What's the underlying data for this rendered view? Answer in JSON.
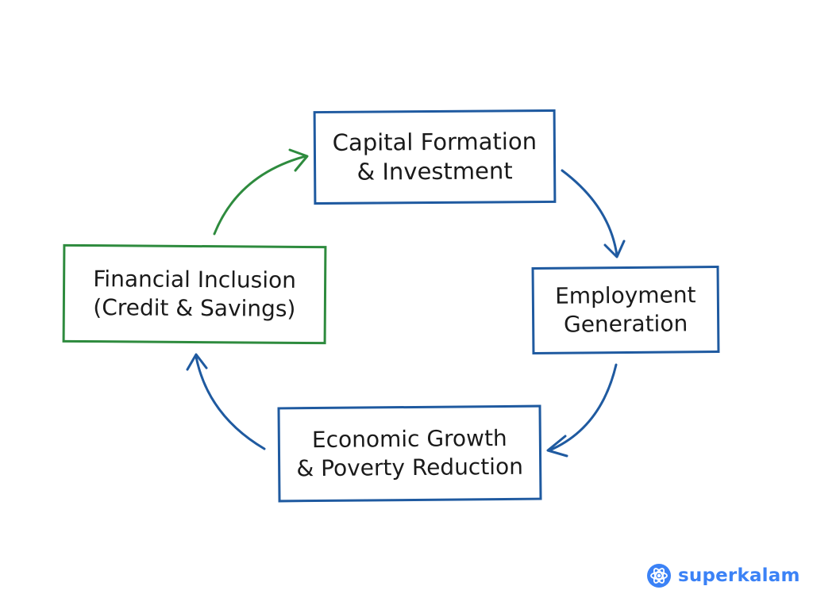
{
  "nodes": {
    "capital": {
      "line1": "Capital Formation",
      "line2": "& Investment"
    },
    "employment": {
      "line1": "Employment",
      "line2": "Generation"
    },
    "growth": {
      "line1": "Economic Growth",
      "line2": "& Poverty Reduction"
    },
    "inclusion": {
      "line1": "Financial Inclusion",
      "line2": "(Credit & Savings)"
    }
  },
  "edges": [
    {
      "from": "capital",
      "to": "employment",
      "color": "blue"
    },
    {
      "from": "employment",
      "to": "growth",
      "color": "blue"
    },
    {
      "from": "growth",
      "to": "inclusion",
      "color": "blue"
    },
    {
      "from": "inclusion",
      "to": "capital",
      "color": "green"
    }
  ],
  "colors": {
    "blue": "#1f5aa0",
    "green": "#2e8b3e",
    "brand": "#3b82f6"
  },
  "brand": {
    "name": "superkalam",
    "icon": "superkalam-logo-icon"
  }
}
